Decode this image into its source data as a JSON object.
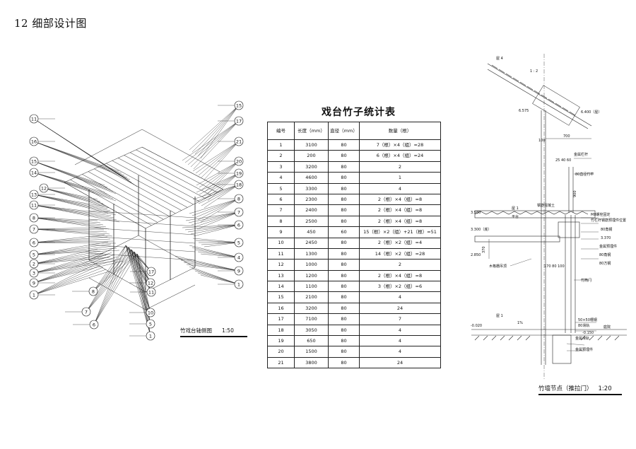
{
  "page_title": "12 细部设计图",
  "axonometric": {
    "caption": "竹戏台轴侧图",
    "scale": "1:50",
    "callouts_left": [
      "11",
      "16",
      "15",
      "14",
      "12",
      "13",
      "11",
      "8",
      "7",
      "6",
      "5",
      "2",
      "3",
      "9",
      "1"
    ],
    "callouts_right": [
      "15",
      "17",
      "21",
      "20",
      "19",
      "18",
      "8",
      "7",
      "6",
      "5",
      "4",
      "9",
      "1"
    ],
    "callouts_bottom": [
      "17",
      "12",
      "11",
      "8",
      "7",
      "6",
      "10",
      "5",
      "1"
    ]
  },
  "table": {
    "title": "戏台竹子统计表",
    "headers": [
      "编号",
      "长度（mm）",
      "直径（mm）",
      "数量（根）"
    ],
    "rows": [
      [
        "1",
        "3100",
        "80",
        "7（根）×4（组）=28"
      ],
      [
        "2",
        "200",
        "80",
        "6（根）×4（组）=24"
      ],
      [
        "3",
        "3200",
        "80",
        "2"
      ],
      [
        "4",
        "4600",
        "80",
        "1"
      ],
      [
        "5",
        "3300",
        "80",
        "4"
      ],
      [
        "6",
        "2300",
        "80",
        "2（根）×4（组）=8"
      ],
      [
        "7",
        "2400",
        "80",
        "2（根）×4（组）=8"
      ],
      [
        "8",
        "2500",
        "80",
        "2（根）×4（组）=8"
      ],
      [
        "9",
        "450",
        "60",
        "15（根）×2（组）+21（根）=51"
      ],
      [
        "10",
        "2450",
        "80",
        "2（根）×2（组）=4"
      ],
      [
        "11",
        "1300",
        "80",
        "14（根）×2（组）=28"
      ],
      [
        "12",
        "1000",
        "80",
        "2"
      ],
      [
        "13",
        "1200",
        "80",
        "2（根）×4（组）=8"
      ],
      [
        "14",
        "1100",
        "80",
        "3（根）×2（组）=6"
      ],
      [
        "15",
        "2100",
        "80",
        "4"
      ],
      [
        "16",
        "3200",
        "80",
        "24"
      ],
      [
        "17",
        "7100",
        "80",
        "7"
      ],
      [
        "18",
        "3050",
        "80",
        "4"
      ],
      [
        "19",
        "650",
        "80",
        "4"
      ],
      [
        "20",
        "1500",
        "80",
        "4"
      ],
      [
        "21",
        "3800",
        "80",
        "24"
      ]
    ]
  },
  "detail": {
    "caption": "竹墙节点（推拉门）",
    "scale": "1:20",
    "labels": {
      "roof": "屋 4",
      "slope": "1 : 2",
      "elev_6575": "6.575",
      "elev_6400": "6.400（屋）",
      "dim_700": "700",
      "dim_100": "100",
      "metal_gutter": "金属栏杆",
      "dim_25_40": "25  40 60",
      "bamboo_rail": "80直径竹竿",
      "dim_900": "900",
      "elev_3580": "3.580",
      "floor1": "屋 1",
      "platform": "平台",
      "steel_beam": "钢筋混凝土",
      "fixing": "M8螺栓固定",
      "bamboo_board": "竹栏杆钢筋预埋件位置",
      "elev_3300": "3.300（底）",
      "elev_3370": "3.370",
      "dim_370": "370",
      "elev_2850": "2.850",
      "angle_steel": "80角钢",
      "metal_embed": "金属预埋件",
      "steel_80": "80角钢",
      "wood_frame": "木格栅吊顶",
      "sq_steel": "80方钢",
      "dim_170": "170  80 100",
      "bamboo_door": "竹筒门",
      "floor0": "屋 1",
      "elev_n0020": "-0.020",
      "slope_1pct": "1%",
      "yard": "庭院",
      "grate": "50×50槽钢",
      "grate2": "80滑轨",
      "elev_n0150": "-0.150",
      "metal_rail": "金属滑轨",
      "metal_embed2": "金属预埋件"
    }
  }
}
